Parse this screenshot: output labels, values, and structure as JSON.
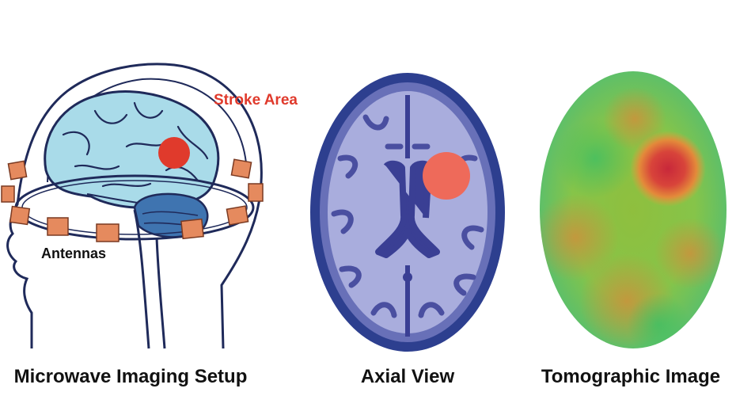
{
  "labels": {
    "stroke_area": "Stroke Area",
    "antennas": "Antennas"
  },
  "captions": {
    "setup": "Microwave Imaging Setup",
    "axial": "Axial View",
    "tomographic": "Tomographic Image"
  },
  "colors": {
    "stroke": "#e03a2c",
    "brain": "#a9dbe9",
    "cerebellum": "#3f74b0",
    "antenna": "#e58a5e",
    "axial_outer": "#2d3f8f",
    "axial_inner": "#a9addd",
    "axial_lesion": "#ee6a5a",
    "tomo_field": "#6cc04a",
    "tomo_hotspot": "#d23a3a"
  },
  "icons": [
    "head-profile-icon",
    "brain-icon",
    "antenna-icon",
    "axial-brain-icon",
    "tomography-map-icon"
  ]
}
